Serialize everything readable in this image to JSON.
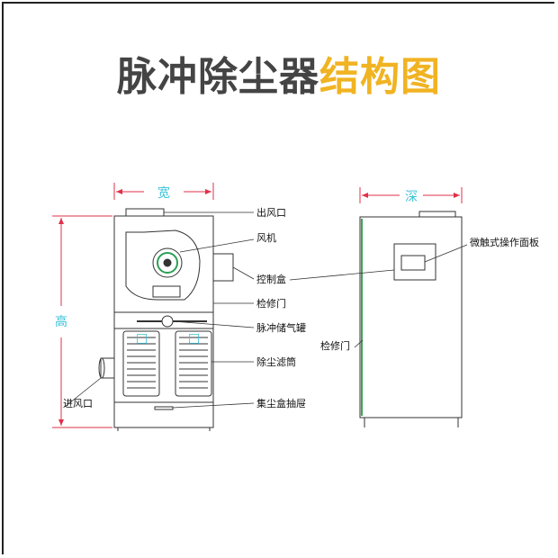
{
  "title": {
    "part1": "脉冲除尘器",
    "part2": "结构图"
  },
  "colors": {
    "title_gray": "#444444",
    "title_yellow": "#f0b322",
    "dimension_red": "#e0304a",
    "dimension_cyan": "#39c2d8",
    "door_green": "#3aa655"
  },
  "front_view": {
    "dimensions": {
      "width": "宽",
      "height": "高"
    },
    "labels": {
      "outlet": "出风口",
      "fan": "风机",
      "control_box": "控制盒",
      "access_door": "检修门",
      "pulse_tank": "脉冲储气罐",
      "filter": "除尘滤筒",
      "inlet": "进风口",
      "dust_drawer": "集尘盒抽屉"
    }
  },
  "side_view": {
    "dimensions": {
      "depth": "深"
    },
    "labels": {
      "panel": "微触式操作面板",
      "access_door": "检修门"
    }
  }
}
